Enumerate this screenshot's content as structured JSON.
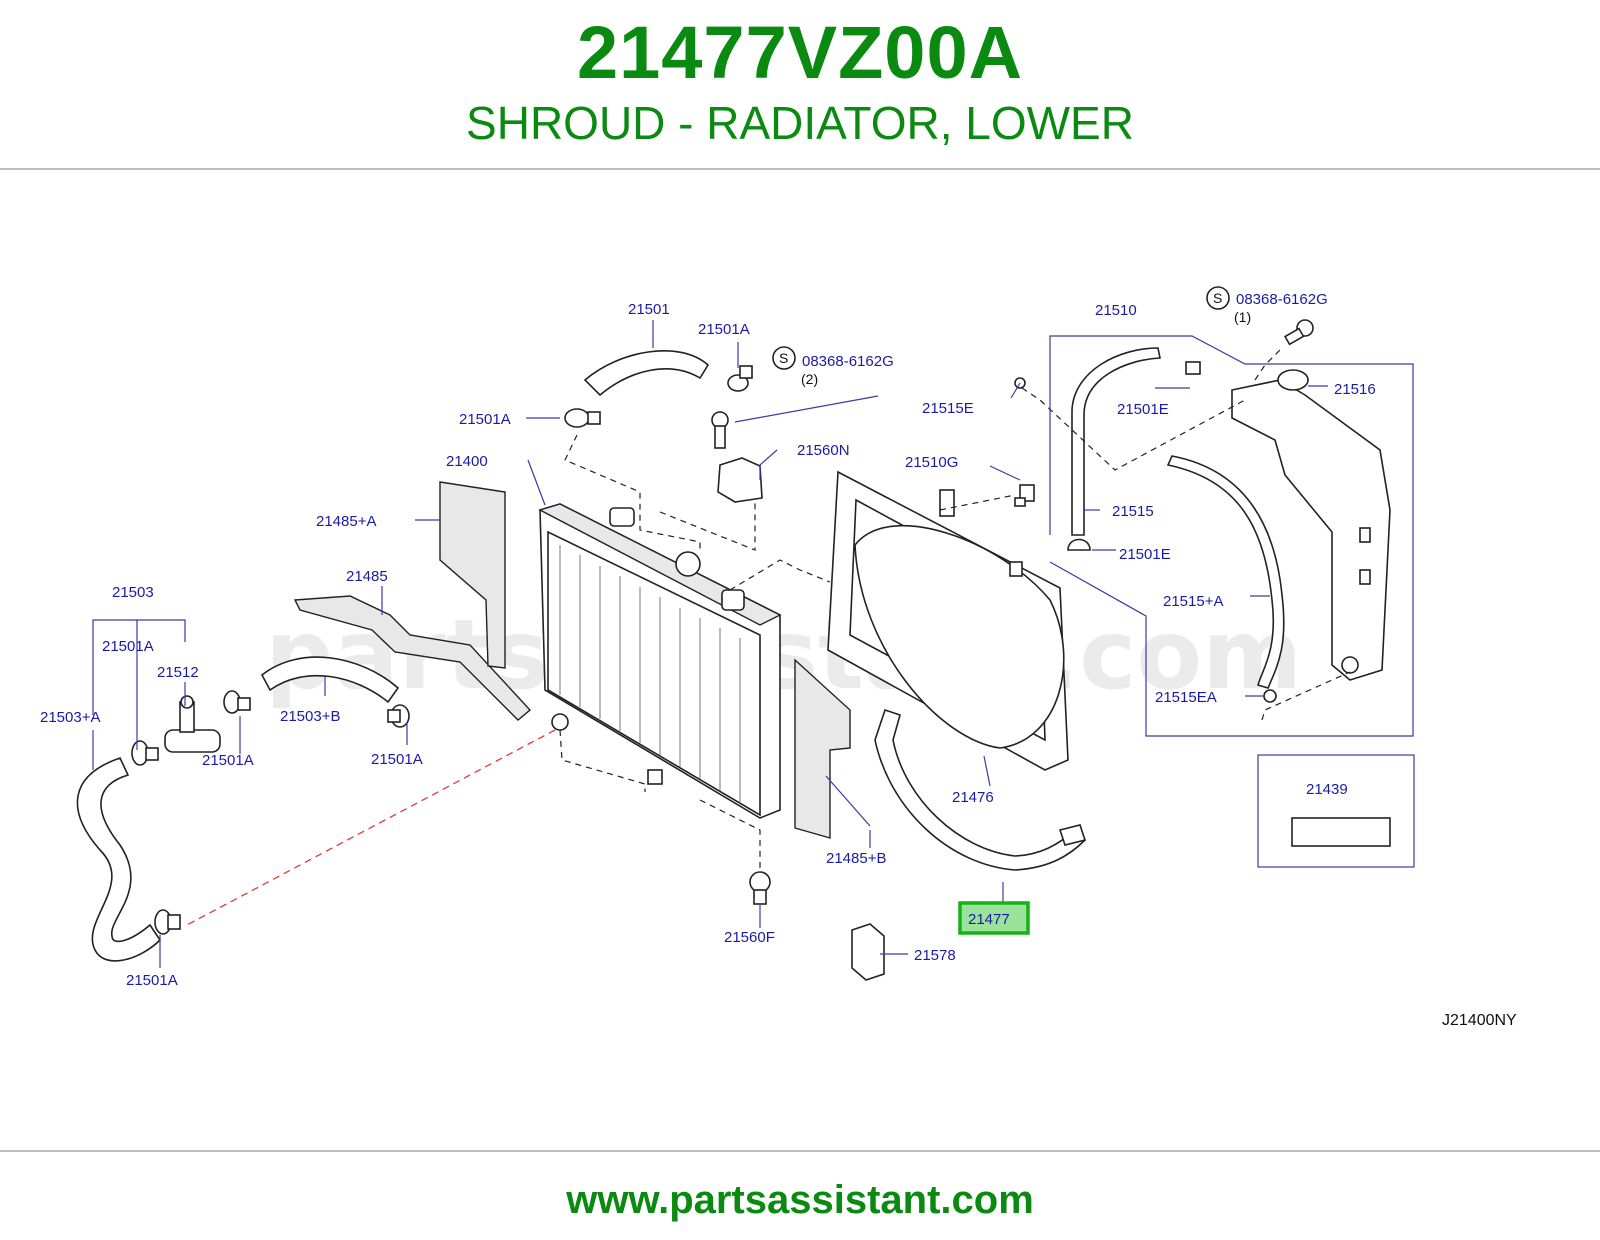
{
  "header": {
    "part_number": "21477VZ00A",
    "part_name": "SHROUD - RADIATOR, LOWER"
  },
  "diagram": {
    "watermark": "partsassistant.com",
    "diagram_code": "J21400NY",
    "highlighted_callout": "21477",
    "callouts": {
      "c21501": "21501",
      "c21501A_top": "21501A",
      "c08368_mid": "08368-6162G",
      "c08368_mid_qty": "(2)",
      "c21501A_left": "21501A",
      "c21400": "21400",
      "c21560N": "21560N",
      "c21485A": "21485+A",
      "c21485": "21485",
      "c21503": "21503",
      "c21501A_a": "21501A",
      "c21512": "21512",
      "c21503A": "21503+A",
      "c21503B": "21503+B",
      "c21501A_b": "21501A",
      "c21501A_c": "21501A",
      "c21501A_bottom": "21501A",
      "c21560F": "21560F",
      "c21578": "21578",
      "c21485B": "21485+B",
      "c21476": "21476",
      "c21477": "21477",
      "c21510": "21510",
      "c08368_top": "08368-6162G",
      "c08368_top_qty": "(1)",
      "c21515E": "21515E",
      "c21501E_top": "21501E",
      "c21516": "21516",
      "c21510G": "21510G",
      "c21515": "21515",
      "c21501E_bottom": "21501E",
      "c21515A": "21515+A",
      "c21515EA": "21515EA",
      "c21439": "21439",
      "s_symbol": "S"
    }
  },
  "footer": {
    "url": "www.partsassistant.com"
  }
}
